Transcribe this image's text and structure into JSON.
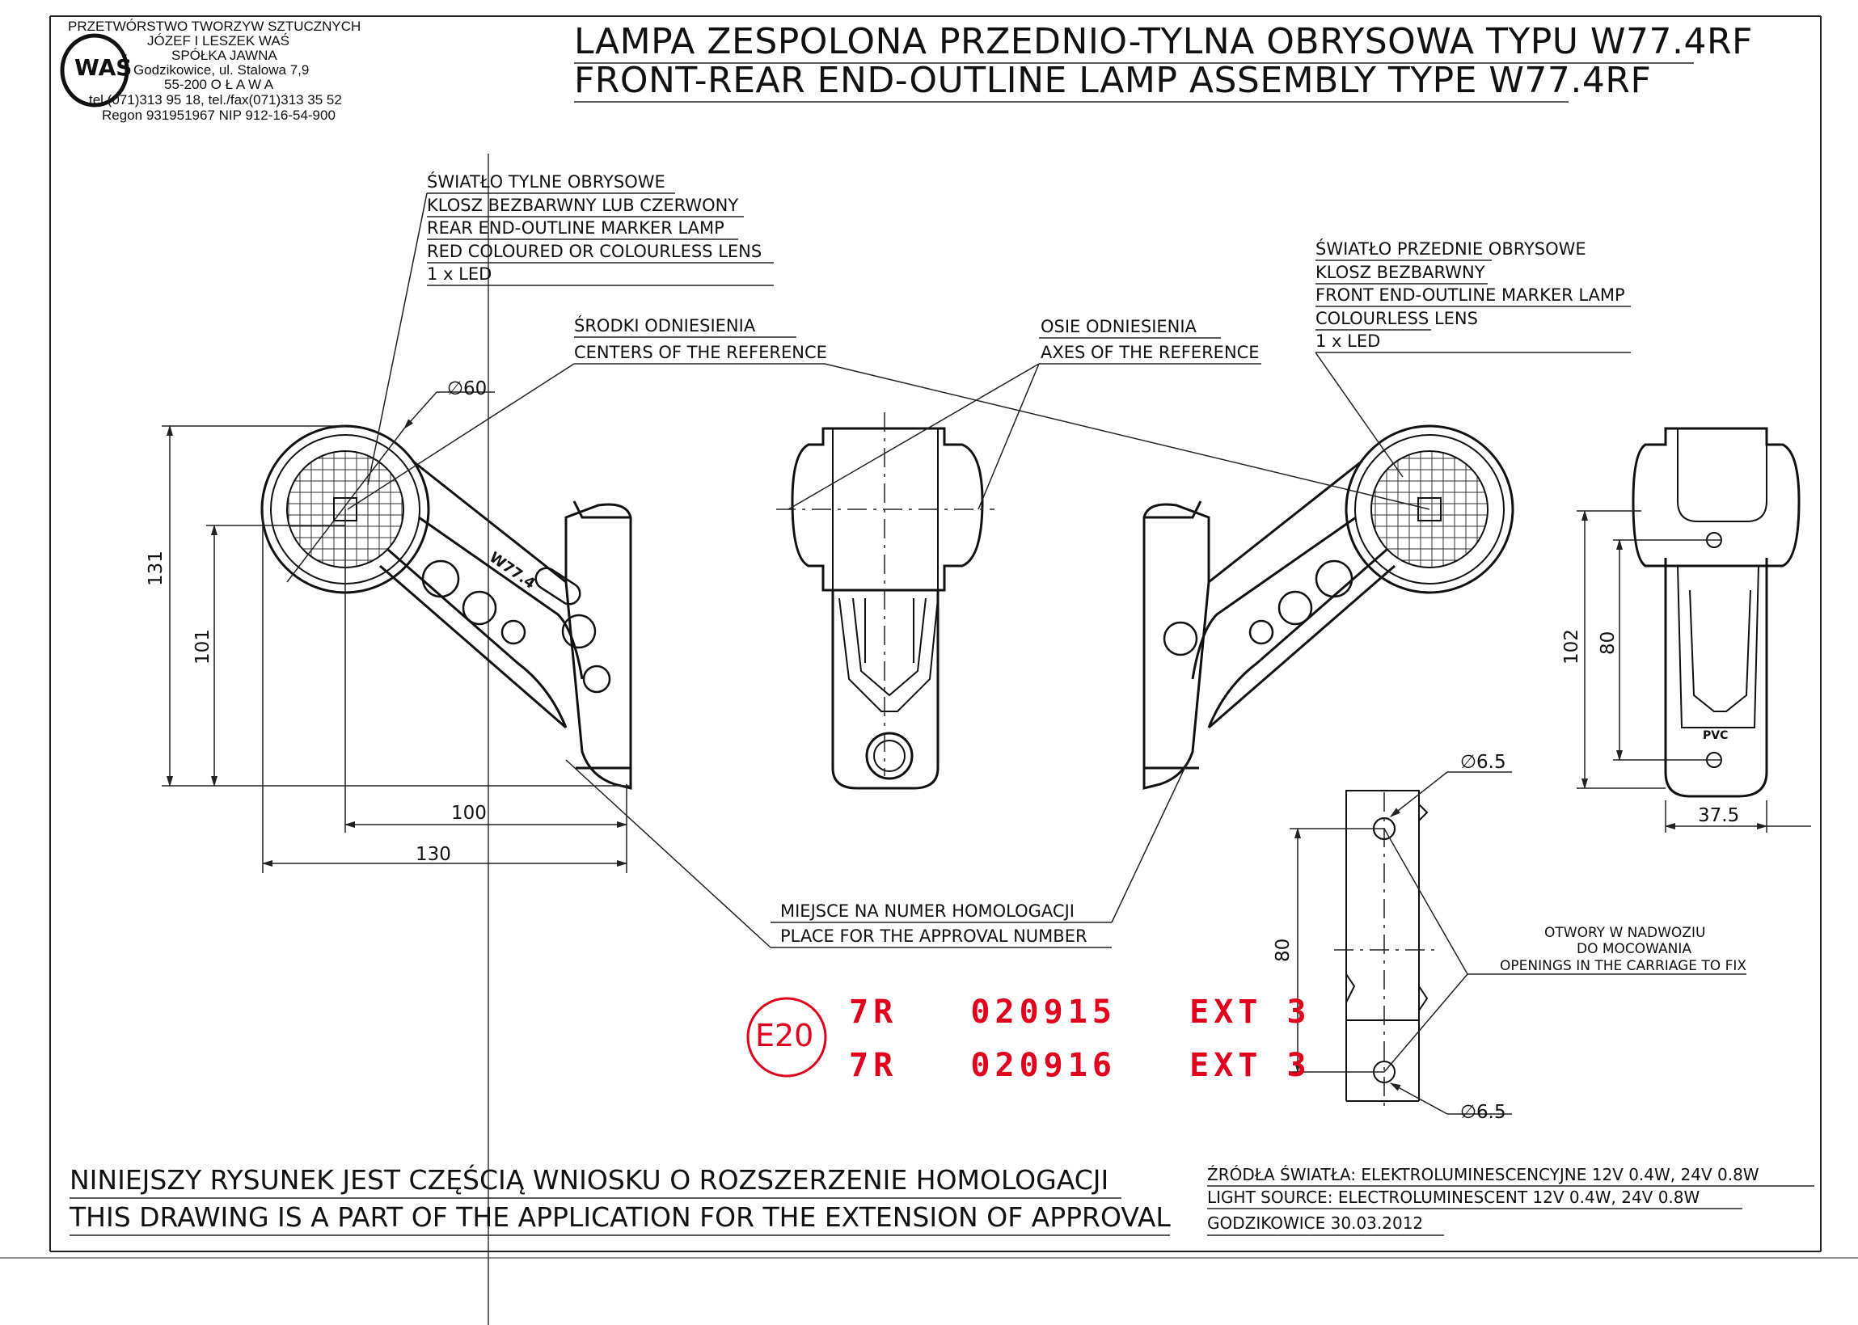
{
  "company": {
    "line1": "PRZETWÓRSTWO TWORZYW SZTUCZNYCH",
    "line2": "JÓZEF I LESZEK WAŚ",
    "line3": "SPÓŁKA JAWNA",
    "line4": "Godzikowice, ul. Stalowa 7,9",
    "line5": "55-200  O Ł A W A",
    "line6": "tel.(071)313 95 18, tel./fax(071)313 35 52",
    "line7": "Regon 931951967 NIP 912-16-54-900",
    "logo_text": "WAŚ"
  },
  "title": {
    "pl": "LAMPA ZESPOLONA PRZEDNIO-TYLNA OBRYSOWA TYPU W77.4RF",
    "en": "FRONT-REAR END-OUTLINE LAMP ASSEMBLY TYPE W77.4RF"
  },
  "labels": {
    "rear": [
      "ŚWIATŁO TYLNE OBRYSOWE",
      "KLOSZ BEZBARWNY LUB CZERWONY",
      "REAR END-OUTLINE MARKER LAMP",
      "RED COLOURED OR COLOURLESS LENS",
      "1 x LED"
    ],
    "front": [
      "ŚWIATŁO PRZEDNIE OBRYSOWE",
      "KLOSZ BEZBARWNY",
      "FRONT END-OUTLINE MARKER LAMP",
      "COLOURLESS LENS",
      "1 x LED"
    ],
    "centers": [
      "ŚRODKI ODNIESIENIA",
      "CENTERS OF THE REFERENCE"
    ],
    "axes": [
      "OSIE ODNIESIENIA",
      "AXES OF THE REFERENCE"
    ],
    "approval_place": [
      "MIEJSCE NA NUMER HOMOLOGACJI",
      "PLACE FOR THE APPROVAL NUMBER"
    ],
    "openings": [
      "OTWORY W NADWOZIU",
      "DO MOCOWANIA",
      "OPENINGS IN THE CARRIAGE TO FIX"
    ],
    "lamp_mark": "W77.4",
    "pvc_mark": "PVC"
  },
  "dimensions": {
    "diameter_lens": "∅60",
    "d131": "131",
    "d101": "101",
    "d100": "100",
    "d130": "130",
    "d102": "102",
    "d80_side": "80",
    "d37_5": "37.5",
    "d80_holes": "80",
    "hole_top": "∅6.5",
    "hole_bottom": "∅6.5"
  },
  "approval": {
    "mark": "E20",
    "line1": "7R   020915   EXT 3",
    "line2": "7R   020916   EXT 3"
  },
  "footer": {
    "pl": "NINIEJSZY RYSUNEK JEST CZĘŚCIĄ WNIOSKU O  ROZSZERZENIE  HOMOLOGACJI",
    "en": "THIS DRAWING IS A PART OF THE APPLICATION FOR THE EXTENSION OF APPROVAL",
    "source_pl": "ŹRÓDŁA ŚWIATŁA: ELEKTROLUMINESCENCYJNE  12V  0.4W, 24V  0.8W",
    "source_en": "LIGHT SOURCE: ELECTROLUMINESCENT  12V  0.4W, 24V  0.8W",
    "date": "GODZIKOWICE 30.03.2012"
  },
  "colors": {
    "ink": "#111111",
    "stamp_red": "#e0001e"
  }
}
